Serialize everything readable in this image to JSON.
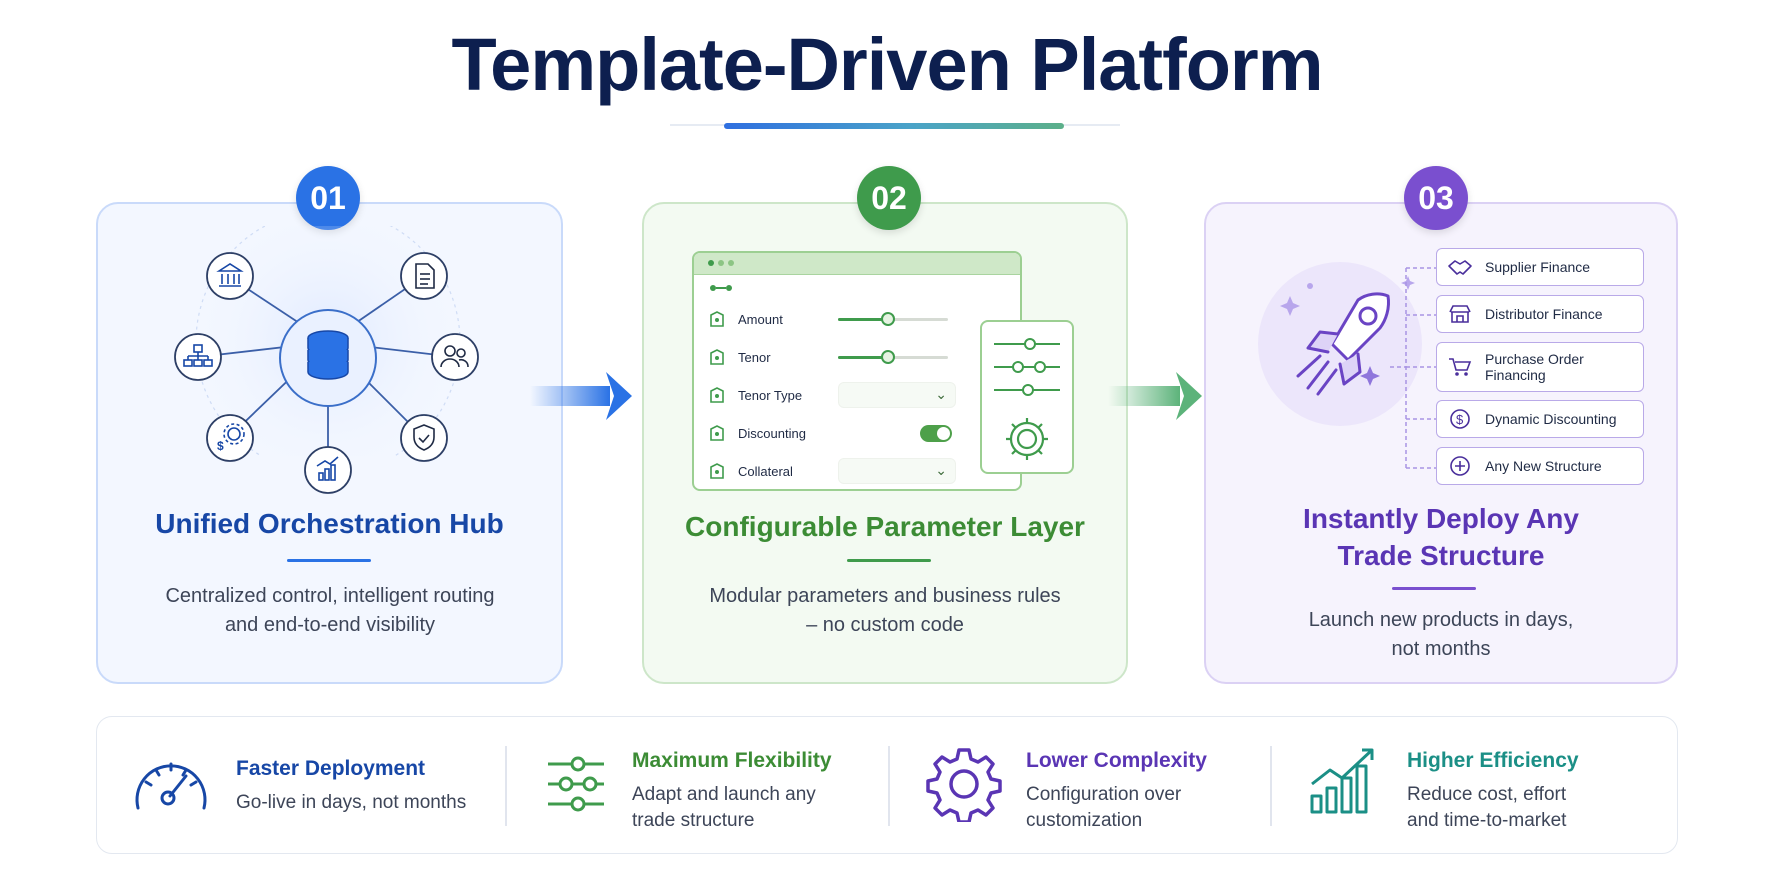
{
  "title": "Template-Driven Platform",
  "steps": [
    {
      "number": "01",
      "title": "Unified Orchestration Hub",
      "description_lines": [
        "Centralized control, intelligent routing",
        "and end-to-end visibility"
      ],
      "color": "#2a72e5"
    },
    {
      "number": "02",
      "title": "Configurable Parameter Layer",
      "description_lines": [
        "Modular parameters and business rules",
        "– no custom code"
      ],
      "color": "#3f9b4c",
      "parameters": [
        {
          "label": "Amount",
          "control": "slider",
          "value": 0.45
        },
        {
          "label": "Tenor",
          "control": "slider",
          "value": 0.45
        },
        {
          "label": "Tenor Type",
          "control": "dropdown"
        },
        {
          "label": "Discounting",
          "control": "toggle",
          "on": true
        },
        {
          "label": "Collateral",
          "control": "dropdown"
        }
      ]
    },
    {
      "number": "03",
      "title_lines": [
        "Instantly Deploy Any",
        "Trade Structure"
      ],
      "description_lines": [
        "Launch new products in days,",
        "not months"
      ],
      "color": "#7a4fcf",
      "structures": [
        {
          "label": "Supplier Finance",
          "icon": "handshake-icon"
        },
        {
          "label": "Distributor Finance",
          "icon": "store-icon"
        },
        {
          "label_lines": [
            "Purchase Order",
            "Financing"
          ],
          "icon": "cart-icon"
        },
        {
          "label": "Dynamic Discounting",
          "icon": "dollar-icon"
        },
        {
          "label": "Any New Structure",
          "icon": "plus-icon"
        }
      ]
    }
  ],
  "hub_icons": [
    "bank-icon",
    "document-icon",
    "org-chart-icon",
    "users-icon",
    "settings-dollar-icon",
    "shield-check-icon",
    "chart-up-icon",
    "database-icon"
  ],
  "benefits": [
    {
      "title": "Faster Deployment",
      "description_lines": [
        "Go-live in days, not months"
      ],
      "icon": "speedometer-icon",
      "color": "#1747a6"
    },
    {
      "title": "Maximum Flexibility",
      "description_lines": [
        "Adapt and launch any",
        "trade structure"
      ],
      "icon": "sliders-icon",
      "color": "#3c8c35"
    },
    {
      "title": "Lower Complexity",
      "description_lines": [
        "Configuration over",
        "customization"
      ],
      "icon": "gear-icon",
      "color": "#5a35b4"
    },
    {
      "title": "Higher Efficiency",
      "description_lines": [
        "Reduce cost, effort",
        "and time-to-market"
      ],
      "icon": "bar-chart-icon",
      "color": "#1b8f86"
    }
  ]
}
